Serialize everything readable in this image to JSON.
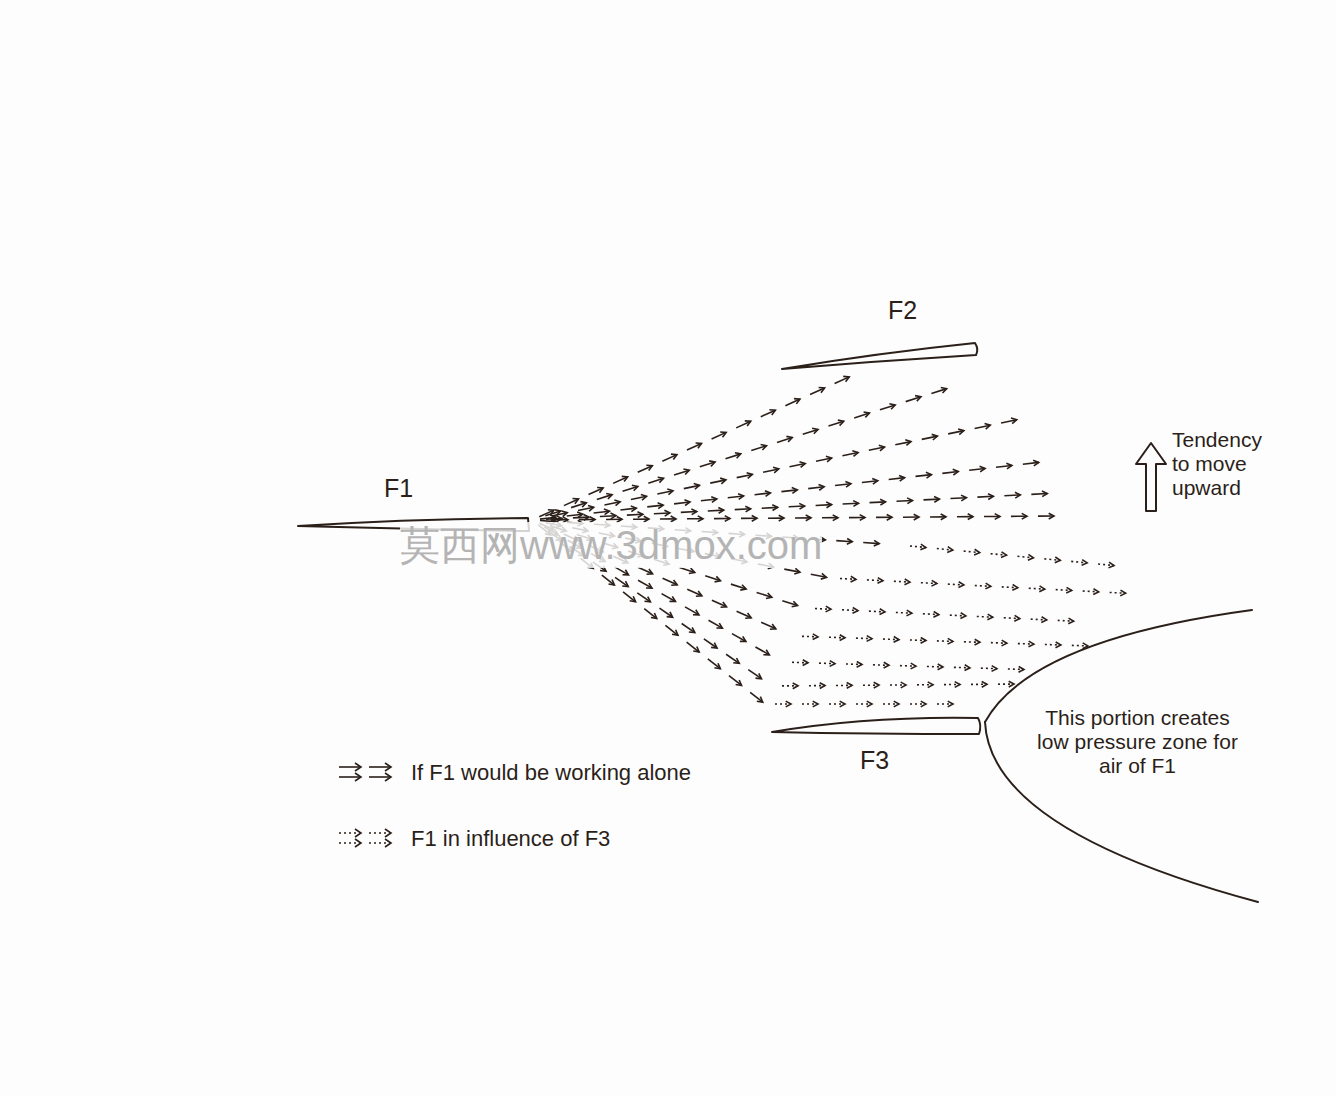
{
  "diagram": {
    "nodes": [
      {
        "text": [
          "F1"
        ]
      },
      {
        "text": [
          "F2"
        ]
      },
      {
        "text": [
          "F3"
        ]
      }
    ],
    "labels": [
      "Tendency to move upward",
      "This portion creates low pressure zone for air of F1",
      "莫西网www.3dmox.com"
    ],
    "legend": [
      {
        "text": "If F1 would be working alone"
      },
      {
        "text": "F1 in influence of F3"
      }
    ]
  }
}
